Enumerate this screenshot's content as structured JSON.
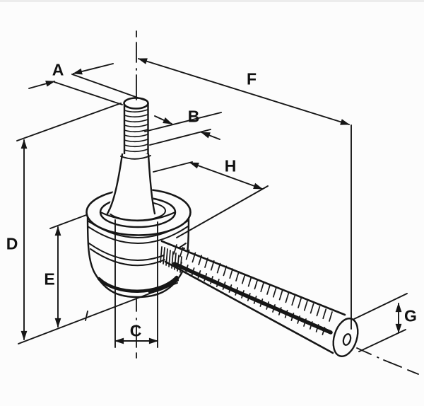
{
  "diagram": {
    "kind": "dimensioned technical line drawing",
    "labels": {
      "a": "A",
      "b": "B",
      "c": "C",
      "d": "D",
      "e": "E",
      "f": "F",
      "g": "G",
      "h": "H"
    },
    "dimension_labels": [
      "A",
      "B",
      "C",
      "D",
      "E",
      "F",
      "G",
      "H"
    ]
  },
  "colors": {
    "background": "#fcfcfc",
    "line": "#161616"
  }
}
